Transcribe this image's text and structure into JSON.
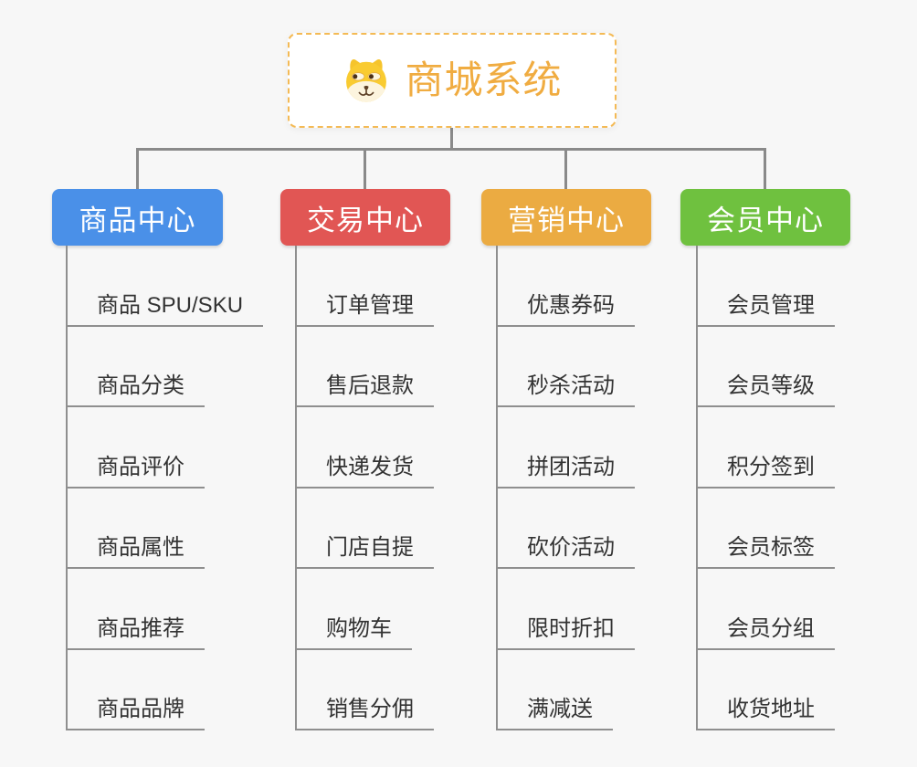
{
  "page": {
    "background": "#f7f7f7",
    "connector_color": "#8a8a8a",
    "line_color": "#8f8f8f"
  },
  "root": {
    "title": "商城系统",
    "accent_color": "#f0ac41",
    "border_color": "#f4ba55",
    "icon": "doge-face"
  },
  "branches": [
    {
      "label": "商品中心",
      "color": "#4a90e8",
      "items": [
        "商品 SPU/SKU",
        "商品分类",
        "商品评价",
        "商品属性",
        "商品推荐",
        "商品品牌"
      ]
    },
    {
      "label": "交易中心",
      "color": "#e15654",
      "items": [
        "订单管理",
        "售后退款",
        "快递发货",
        "门店自提",
        "购物车",
        "销售分佣"
      ]
    },
    {
      "label": "营销中心",
      "color": "#ebab42",
      "items": [
        "优惠券码",
        "秒杀活动",
        "拼团活动",
        "砍价活动",
        "限时折扣",
        "满减送"
      ]
    },
    {
      "label": "会员中心",
      "color": "#6fc13f",
      "items": [
        "会员管理",
        "会员等级",
        "积分签到",
        "会员标签",
        "会员分组",
        "收货地址"
      ]
    }
  ]
}
